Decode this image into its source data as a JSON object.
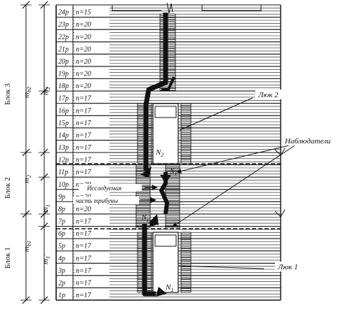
{
  "rows": [
    {
      "label": "1р",
      "n": "n=17"
    },
    {
      "label": "2р",
      "n": "n=17"
    },
    {
      "label": "3р",
      "n": "n=17"
    },
    {
      "label": "4р",
      "n": "n=17"
    },
    {
      "label": "5р",
      "n": "n=17"
    },
    {
      "label": "6р",
      "n": "n=17"
    },
    {
      "label": "7р",
      "n": "n=17"
    },
    {
      "label": "8р",
      "n": "n=20"
    },
    {
      "label": "9р",
      "n": "n=20"
    },
    {
      "label": "10р",
      "n": "n=20"
    },
    {
      "label": "11р",
      "n": "n=17"
    },
    {
      "label": "12р",
      "n": "n=17"
    },
    {
      "label": "13р",
      "n": "n=17"
    },
    {
      "label": "14р",
      "n": "n=17"
    },
    {
      "label": "15р",
      "n": "n=17"
    },
    {
      "label": "16р",
      "n": "n=17"
    },
    {
      "label": "17р",
      "n": "n=17"
    },
    {
      "label": "18р",
      "n": "n=20"
    },
    {
      "label": "19р",
      "n": "n=20"
    },
    {
      "label": "20р",
      "n": "n=20"
    },
    {
      "label": "21р",
      "n": "n=20"
    },
    {
      "label": "22р",
      "n": "n=20"
    },
    {
      "label": "23р",
      "n": "n=20"
    },
    {
      "label": "24р",
      "n": "n=15"
    }
  ],
  "blocks": [
    {
      "label": "Блок 1",
      "dim": "m",
      "sub": "b1"
    },
    {
      "label": "Блок 2",
      "dim": "m",
      "sub": "2"
    },
    {
      "label": "Блок 3",
      "dim": "m",
      "sub": "b2"
    }
  ],
  "inner_dims": [
    {
      "dim": "m",
      "sub": "1",
      "prime": "'"
    },
    {
      "dim": "m",
      "sub": "1",
      "prime": ""
    },
    {
      "dim": "m",
      "sub": "2",
      "prime": "'"
    }
  ],
  "hatches": [
    {
      "label": "Люк 1",
      "node": "N",
      "node_sub": "1"
    },
    {
      "label": "Люк 2",
      "node": "N",
      "node_sub": "2"
    }
  ],
  "observers_label": "Наблюдатели",
  "middle_label": {
    "line1": "Исследуемая",
    "line2": "часть трибуны"
  },
  "colors": {
    "ink": "#111111",
    "paper": "#ffffff"
  }
}
